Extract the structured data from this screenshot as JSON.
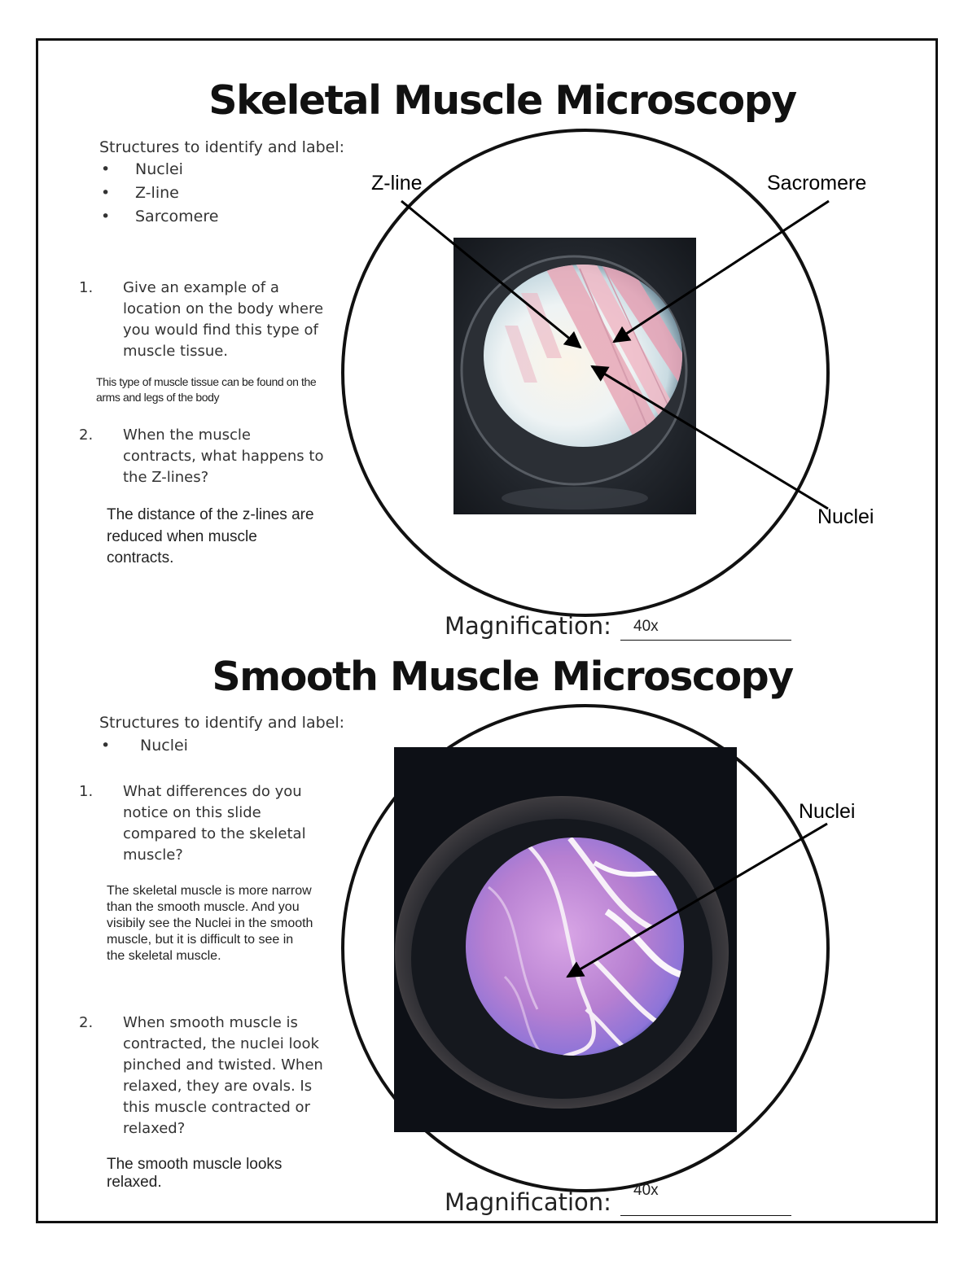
{
  "skeletal": {
    "title": "Skeletal Muscle Microscopy",
    "structures_heading": "Structures to identify and label:",
    "structures": [
      "Nuclei",
      "Z-line",
      "Sarcomere"
    ],
    "q1_num": "1.",
    "q1": "Give an example of a location on the body where you would find this type of muscle tissue.",
    "a1": "This type of muscle tissue can be found on the arms and legs of the body",
    "q2_num": "2.",
    "q2": "When the muscle contracts, what happens to the Z-lines?",
    "a2": "The distance of the z-lines are reduced when muscle contracts.",
    "labels": {
      "zline": "Z-line",
      "sarcomere": "Sacromere",
      "nuclei": "Nuclei"
    },
    "magnification_label": "Magnification:",
    "magnification_value": "40x"
  },
  "smooth": {
    "title": "Smooth Muscle Microscopy",
    "structures_heading": "Structures to identify and label:",
    "structures": [
      "Nuclei"
    ],
    "q1_num": "1.",
    "q1": "What differences do you notice on this slide compared to the skeletal muscle?",
    "a1": "The skeletal muscle is more narrow than the smooth muscle. And you visibily see the Nuclei in the smooth muscle, but it is difficult to see in the skeletal muscle.",
    "q2_num": "2.",
    "q2": "When smooth muscle is contracted, the nuclei look pinched and twisted. When relaxed, they are ovals.  Is this muscle contracted or relaxed?",
    "a2": "The smooth muscle looks relaxed.",
    "labels": {
      "nuclei": "Nuclei"
    },
    "magnification_label": "Magnification:",
    "magnification_value": "40x"
  }
}
